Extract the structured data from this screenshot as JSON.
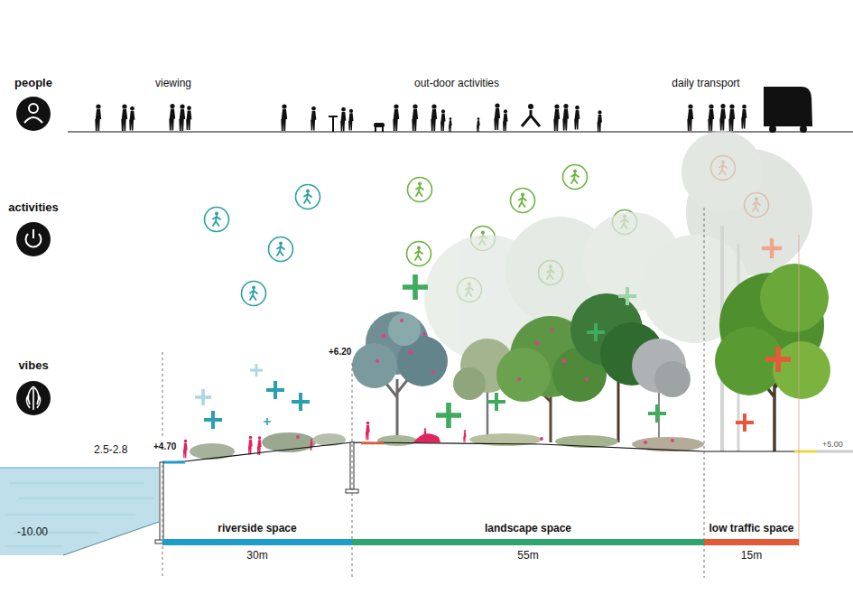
{
  "diagram": {
    "nodes": [
      {
        "text": [
          "riverside space",
          "30m"
        ]
      },
      {
        "text": [
          "landscape space",
          "55m"
        ]
      },
      {
        "text": [
          "low traffic space",
          "15m"
        ]
      }
    ],
    "labels": [
      "people",
      "activities",
      "vibes",
      "viewing",
      "out-door activities",
      "daily transport",
      "+6.20",
      "+4.70",
      "2.5-2.8",
      "-10.00",
      "+5.00"
    ]
  }
}
